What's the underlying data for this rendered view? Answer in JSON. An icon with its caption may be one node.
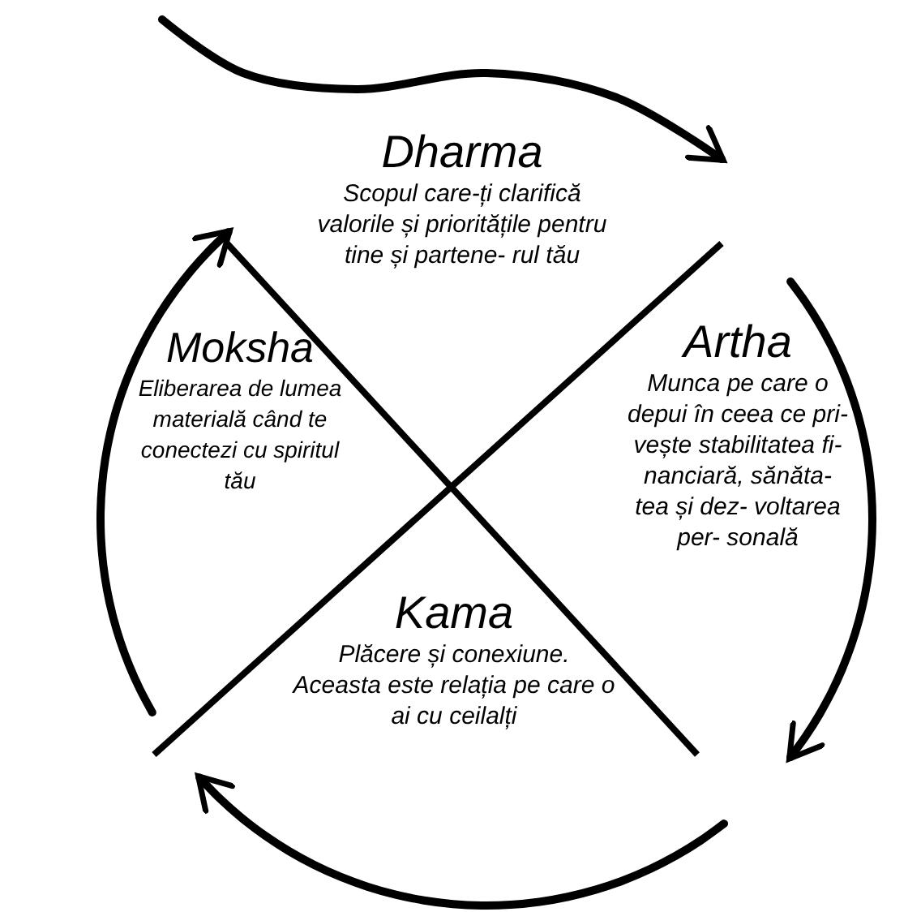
{
  "diagram": {
    "nodes": [
      {
        "text": [
          "Dharma",
          "Scopul care-ți clarifică valorile și prioritățile pentru tine și partene- rul tău"
        ]
      },
      {
        "text": [
          "Moksha",
          "Eliberarea de lumea materială când te conectezi cu spiritul tău"
        ]
      },
      {
        "text": [
          "Artha",
          "Munca pe care o depui în ceea ce pri- vește stabilitatea fi- nanciară, sănăta- tea și dez- voltarea per- sonală"
        ]
      },
      {
        "text": [
          "Kama",
          "Plăcere și conexiune. Aceasta este relația pe care o ai cu ceilalți"
        ]
      }
    ]
  }
}
